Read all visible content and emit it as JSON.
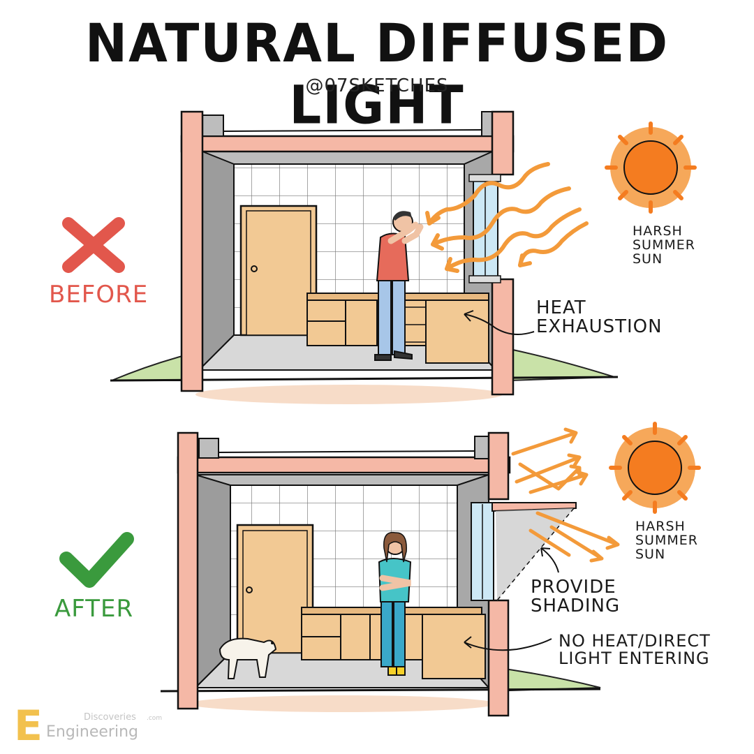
{
  "title": "NATURAL DIFFUSED LIGHT",
  "handle": "@07SKETCHES",
  "before": {
    "status_label": "BEFORE",
    "sun_label": "HARSH\nSUMMER\nSUN",
    "annotation": "HEAT\nEXHAUSTION"
  },
  "after": {
    "status_label": "AFTER",
    "sun_label": "HARSH\nSUMMER\nSUN",
    "shading_label": "PROVIDE\nSHADING",
    "annotation": "NO HEAT/DIRECT\nLIGHT ENTERING"
  },
  "watermark": {
    "logo_letter": "E",
    "line1": "Discoveries",
    "line1_suffix": ".com",
    "line2": "Engineering"
  },
  "colors": {
    "wall": "#f5b8a6",
    "cabinet": "#f2c994",
    "sun": "#f47c20",
    "cross": "#e2574c",
    "check": "#3a9a3d",
    "glass": "#cde8f5",
    "ground": "#c9e2a8"
  }
}
